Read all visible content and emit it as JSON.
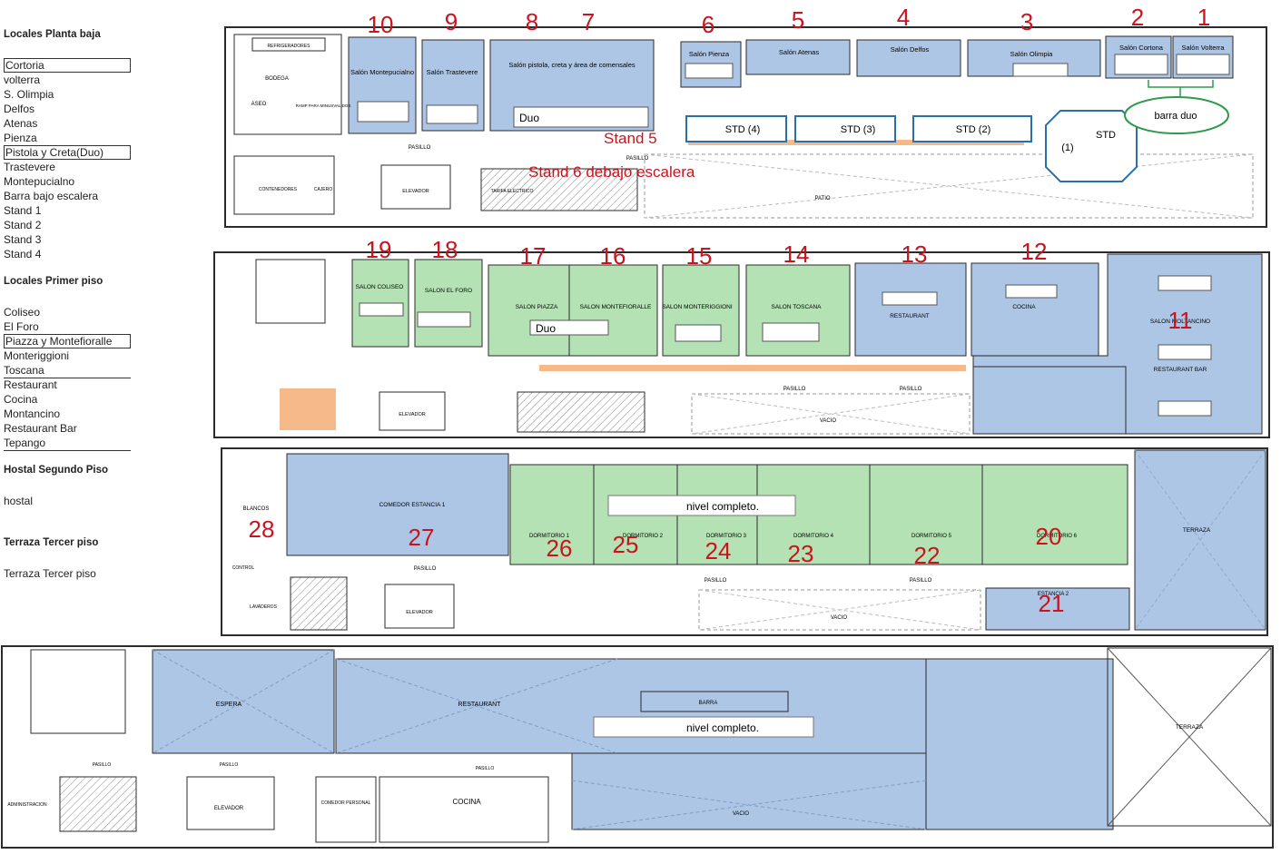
{
  "legend": {
    "sections": [
      {
        "heading": "Locales Planta baja",
        "items": [
          {
            "label": "Cortoria",
            "style": "boxed"
          },
          {
            "label": "volterra",
            "style": "plain"
          },
          {
            "label": "S. Olimpia",
            "style": "plain"
          },
          {
            "label": "Delfos",
            "style": "plain"
          },
          {
            "label": "Atenas",
            "style": "plain"
          },
          {
            "label": "Pienza",
            "style": "plain"
          },
          {
            "label": "Pistola y Creta(Duo)",
            "style": "boxed"
          },
          {
            "label": "Trastevere",
            "style": "plain"
          },
          {
            "label": "Montepucialno",
            "style": "plain"
          },
          {
            "label": "Barra bajo escalera",
            "style": "plain"
          },
          {
            "label": "Stand 1",
            "style": "plain"
          },
          {
            "label": "Stand 2",
            "style": "plain"
          },
          {
            "label": "Stand 3",
            "style": "plain"
          },
          {
            "label": "Stand 4",
            "style": "plain"
          }
        ]
      },
      {
        "heading": "Locales Primer piso",
        "items": [
          {
            "label": "Coliseo",
            "style": "plain"
          },
          {
            "label": "El Foro",
            "style": "plain"
          },
          {
            "label": "Piazza y Montefioralle",
            "style": "boxed"
          },
          {
            "label": "Monteriggioni",
            "style": "plain"
          },
          {
            "label": "Toscana",
            "style": "uline"
          },
          {
            "label": "Restaurant",
            "style": "plain"
          },
          {
            "label": "Cocina",
            "style": "plain"
          },
          {
            "label": "Montancino",
            "style": "plain"
          },
          {
            "label": "Restaurant Bar",
            "style": "plain"
          },
          {
            "label": "Tepango",
            "style": "uline"
          }
        ]
      },
      {
        "heading": "Hostal Segundo Piso",
        "items": [
          {
            "label": "hostal",
            "style": "plain"
          }
        ]
      },
      {
        "heading": "Terraza Tercer piso",
        "items": [
          {
            "label": "Terraza Tercer piso",
            "style": "plain"
          }
        ]
      }
    ]
  },
  "colors": {
    "blue": "#aec6e6",
    "green": "#b4e2b4",
    "orange": "#f5b98a",
    "wall": "#2b2b2b",
    "red_number": "#c8141e",
    "stand_border": "#2a6fa8",
    "barra_border": "#2e9a4a"
  },
  "plan": {
    "floor0": {
      "rooms": {
        "montepucialno": "Salón Montepucialno",
        "trastevere": "Salón Trastevere",
        "pistola": "Salón pistola, creta y área de comensales",
        "duo": "Duo",
        "pienza": "Salón Pienza",
        "atenas": "Salón Atenas",
        "delfos": "Salón Delfos",
        "olimpia": "Salón Olimpia",
        "cortona": "Salón Cortona",
        "volterra": "Salón Volterra",
        "barra_duo": "barra duo",
        "std4": "STD (4)",
        "std3": "STD (3)",
        "std2": "STD (2)",
        "std1_num": "(1)",
        "std1": "STD",
        "refrigeradores": "REFRIGERADORES",
        "bodega": "BODEGA",
        "aseo": "ASEO",
        "ramp": "RAMP PARA MINUSVALIDOS",
        "pasillo": "PASILLO",
        "pasillo2": "PASILLO",
        "contenedores": "CONTENEDORES",
        "cajero": "CAJERO",
        "elevador": "ELEVADOR",
        "tarifa": "TARIFA ELECTRICO",
        "patio": "PATIO"
      },
      "annotations": {
        "stand5": "Stand 5",
        "stand6": "Stand 6 debajo escalera"
      }
    },
    "floor1": {
      "rooms": {
        "coliseo": "SALON COLISEO",
        "foro": "SALON EL FORO",
        "piazza": "SALON PIAZZA",
        "duo": "Duo",
        "montefioralle": "SALON MONTEFIORALLE",
        "monteriggioni": "SALON MONTERIGGIONI",
        "toscana": "SALON TOSCANA",
        "restaurant": "RESTAURANT",
        "cocina": "COCINA",
        "montancino": "SALON MOLTANCINO",
        "restaurant_bar": "RESTAURANT BAR",
        "elevador": "ELEVADOR",
        "pasillo1": "PASILLO",
        "pasillo2": "PASILLO",
        "vacio": "VACIO"
      }
    },
    "floor2": {
      "rooms": {
        "comedor": "COMEDOR ESTANCIA 1",
        "blancos": "BLANCOS",
        "control": "CONTROL",
        "pasillo": "PASILLO",
        "lavaderos": "LAVADEROS",
        "elevador": "ELEVADOR",
        "dorm1": "DORMITORIO 1",
        "dorm2": "DORMITORIO 2",
        "dorm3": "DORMITORIO 3",
        "dorm4": "DORMITORIO 4",
        "dorm5": "DORMITORIO 5",
        "dorm6": "DORMITORIO 6",
        "pasillo2": "PASILLO",
        "pasillo3": "PASILLO",
        "vacio": "VACIO",
        "estancia2": "ESTANCIA 2",
        "terraza": "TERRAZA"
      },
      "notice": "nivel completo."
    },
    "floor3": {
      "rooms": {
        "espera": "ESPERA",
        "restaurant": "RESTAURANT",
        "barra": "BARRA",
        "terraza": "TERRAZA",
        "pasillo1": "PASILLO",
        "pasillo2": "PASILLO",
        "pasillo3": "PASILLO",
        "administracion": "ADMINISTRACION",
        "elevador": "ELEVADOR",
        "comedor_personal": "COMEDOR PERSONAL",
        "cocina": "COCINA",
        "vacio": "VACIO"
      },
      "notice": "nivel completo."
    },
    "numbers": [
      "1",
      "2",
      "3",
      "4",
      "5",
      "6",
      "7",
      "8",
      "9",
      "10",
      "11",
      "12",
      "13",
      "14",
      "15",
      "16",
      "17",
      "18",
      "19",
      "20",
      "21",
      "22",
      "23",
      "24",
      "25",
      "26",
      "27",
      "28"
    ]
  }
}
